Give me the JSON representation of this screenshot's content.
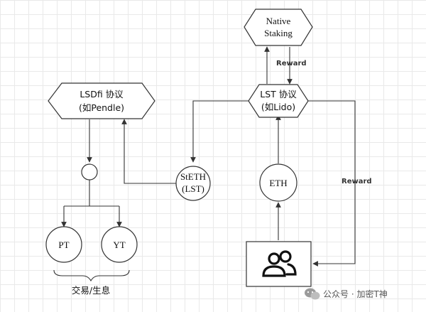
{
  "nodes": {
    "native_staking": {
      "line1": "Native",
      "line2": "Staking"
    },
    "lst_protocol": {
      "line1": "LST 协议",
      "line2": "(如Lido)"
    },
    "lsdfi_protocol": {
      "line1": "LSDfi 协议",
      "line2": "(如Pendle)"
    },
    "steth": {
      "line1": "StETH",
      "line2": "(LST)"
    },
    "eth": {
      "label": "ETH"
    },
    "pt": {
      "label": "PT"
    },
    "yt": {
      "label": "YT"
    }
  },
  "edge_labels": {
    "reward_top": "Reward",
    "reward_right": "Reward"
  },
  "brace_label": "交易/生息",
  "watermark": "公众号 · 加密T神",
  "icons": {
    "users": "users-icon",
    "wechat": "wechat-icon"
  },
  "colors": {
    "stroke": "#333333",
    "fill": "#ffffff"
  }
}
